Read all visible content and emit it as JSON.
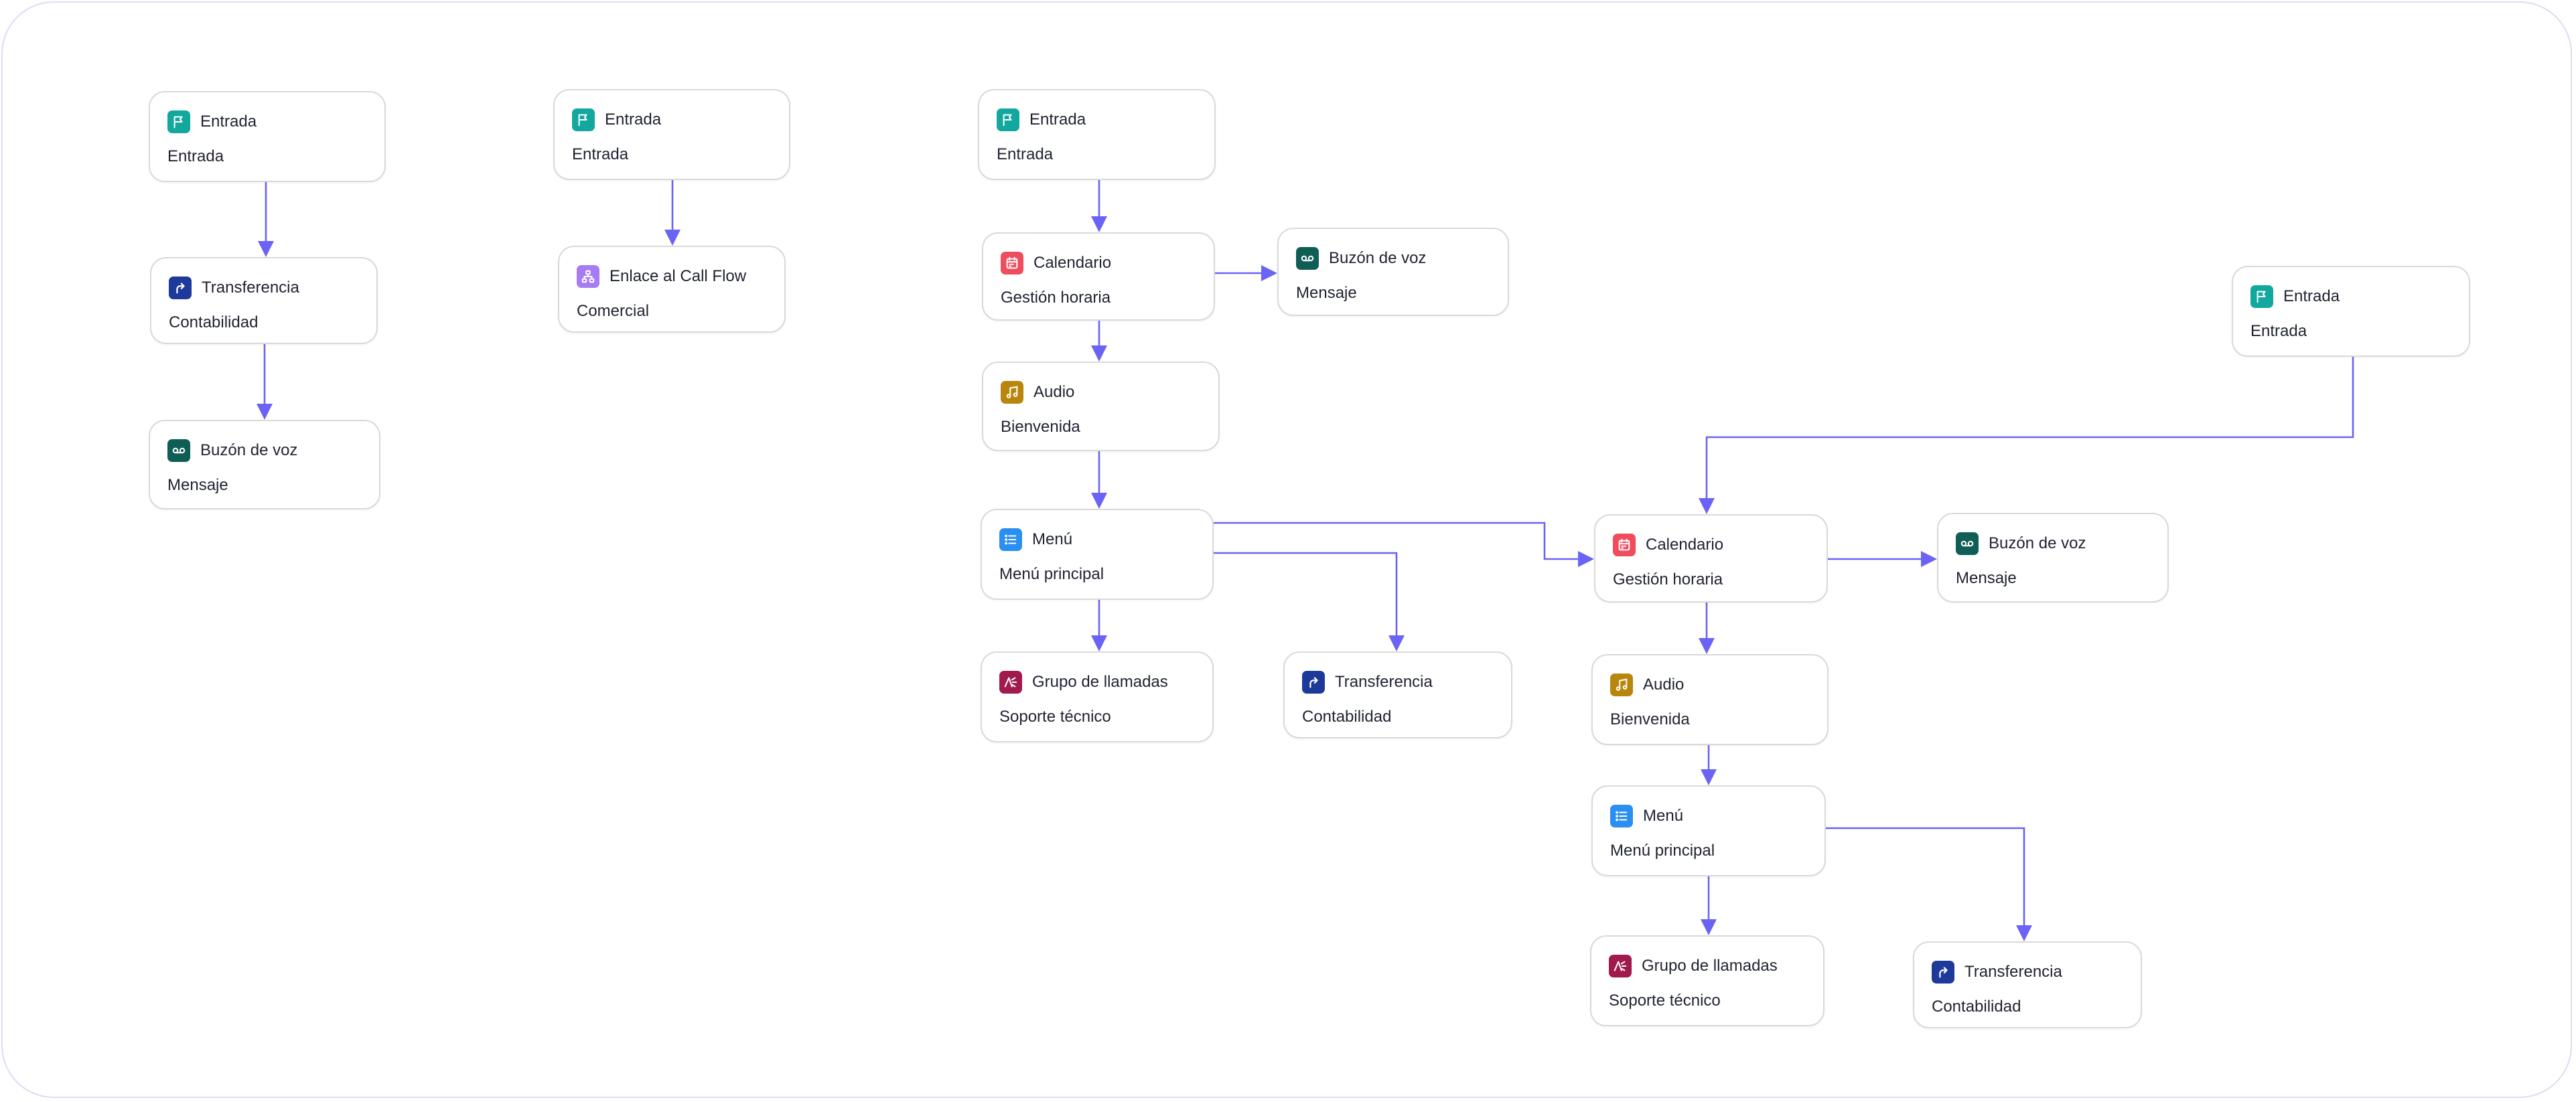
{
  "diagram": {
    "nodes": [
      {
        "id": "e1",
        "type": "Entrada",
        "name": "Entrada",
        "icon": "flag-icon",
        "color": "#13a89e"
      },
      {
        "id": "t1",
        "type": "Transferencia",
        "name": "Contabilidad",
        "icon": "transfer-arrow-icon",
        "color": "#1d3a9b"
      },
      {
        "id": "v1",
        "type": "Buzón de voz",
        "name": "Mensaje",
        "icon": "voicemail-icon",
        "color": "#0f5e56"
      },
      {
        "id": "e2",
        "type": "Entrada",
        "name": "Entrada",
        "icon": "flag-icon",
        "color": "#13a89e"
      },
      {
        "id": "l2",
        "type": "Enlace al Call Flow",
        "name": "Comercial",
        "icon": "call-flow-link-icon",
        "color": "#a77bf3"
      },
      {
        "id": "e3",
        "type": "Entrada",
        "name": "Entrada",
        "icon": "flag-icon",
        "color": "#13a89e"
      },
      {
        "id": "c3",
        "type": "Calendario",
        "name": "Gestión horaria",
        "icon": "calendar-icon",
        "color": "#ef4d5d"
      },
      {
        "id": "v3",
        "type": "Buzón de voz",
        "name": "Mensaje",
        "icon": "voicemail-icon",
        "color": "#0f5e56"
      },
      {
        "id": "a3",
        "type": "Audio",
        "name": "Bienvenida",
        "icon": "music-note-icon",
        "color": "#b8860b"
      },
      {
        "id": "m3",
        "type": "Menú",
        "name": "Menú principal",
        "icon": "list-icon",
        "color": "#2a8ff0"
      },
      {
        "id": "g3",
        "type": "Grupo de llamadas",
        "name": "Soporte técnico",
        "icon": "call-group-icon",
        "color": "#a11a4d"
      },
      {
        "id": "t3",
        "type": "Transferencia",
        "name": "Contabilidad",
        "icon": "transfer-arrow-icon",
        "color": "#1d3a9b"
      },
      {
        "id": "e4",
        "type": "Entrada",
        "name": "Entrada",
        "icon": "flag-icon",
        "color": "#13a89e"
      },
      {
        "id": "c4",
        "type": "Calendario",
        "name": "Gestión horaria",
        "icon": "calendar-icon",
        "color": "#ef4d5d"
      },
      {
        "id": "v4",
        "type": "Buzón de voz",
        "name": "Mensaje",
        "icon": "voicemail-icon",
        "color": "#0f5e56"
      },
      {
        "id": "a4",
        "type": "Audio",
        "name": "Bienvenida",
        "icon": "music-note-icon",
        "color": "#b8860b"
      },
      {
        "id": "m4",
        "type": "Menú",
        "name": "Menú principal",
        "icon": "list-icon",
        "color": "#2a8ff0"
      },
      {
        "id": "g4",
        "type": "Grupo de llamadas",
        "name": "Soporte técnico",
        "icon": "call-group-icon",
        "color": "#a11a4d"
      },
      {
        "id": "t4",
        "type": "Transferencia",
        "name": "Contabilidad",
        "icon": "transfer-arrow-icon",
        "color": "#1d3a9b"
      }
    ],
    "edges": [
      {
        "from": "e1",
        "to": "t1"
      },
      {
        "from": "t1",
        "to": "v1"
      },
      {
        "from": "e2",
        "to": "l2"
      },
      {
        "from": "e3",
        "to": "c3"
      },
      {
        "from": "c3",
        "to": "v3"
      },
      {
        "from": "c3",
        "to": "a3"
      },
      {
        "from": "a3",
        "to": "m3"
      },
      {
        "from": "m3",
        "to": "g3"
      },
      {
        "from": "m3",
        "to": "t3"
      },
      {
        "from": "m3",
        "to": "c4"
      },
      {
        "from": "e4",
        "to": "c4"
      },
      {
        "from": "c4",
        "to": "v4"
      },
      {
        "from": "c4",
        "to": "a4"
      },
      {
        "from": "a4",
        "to": "m4"
      },
      {
        "from": "m4",
        "to": "g4"
      },
      {
        "from": "m4",
        "to": "t4"
      }
    ],
    "edge_color": "#6b63f5",
    "node_border_color": "#d9d9d9",
    "canvas_border_color": "#dcdcf4"
  }
}
